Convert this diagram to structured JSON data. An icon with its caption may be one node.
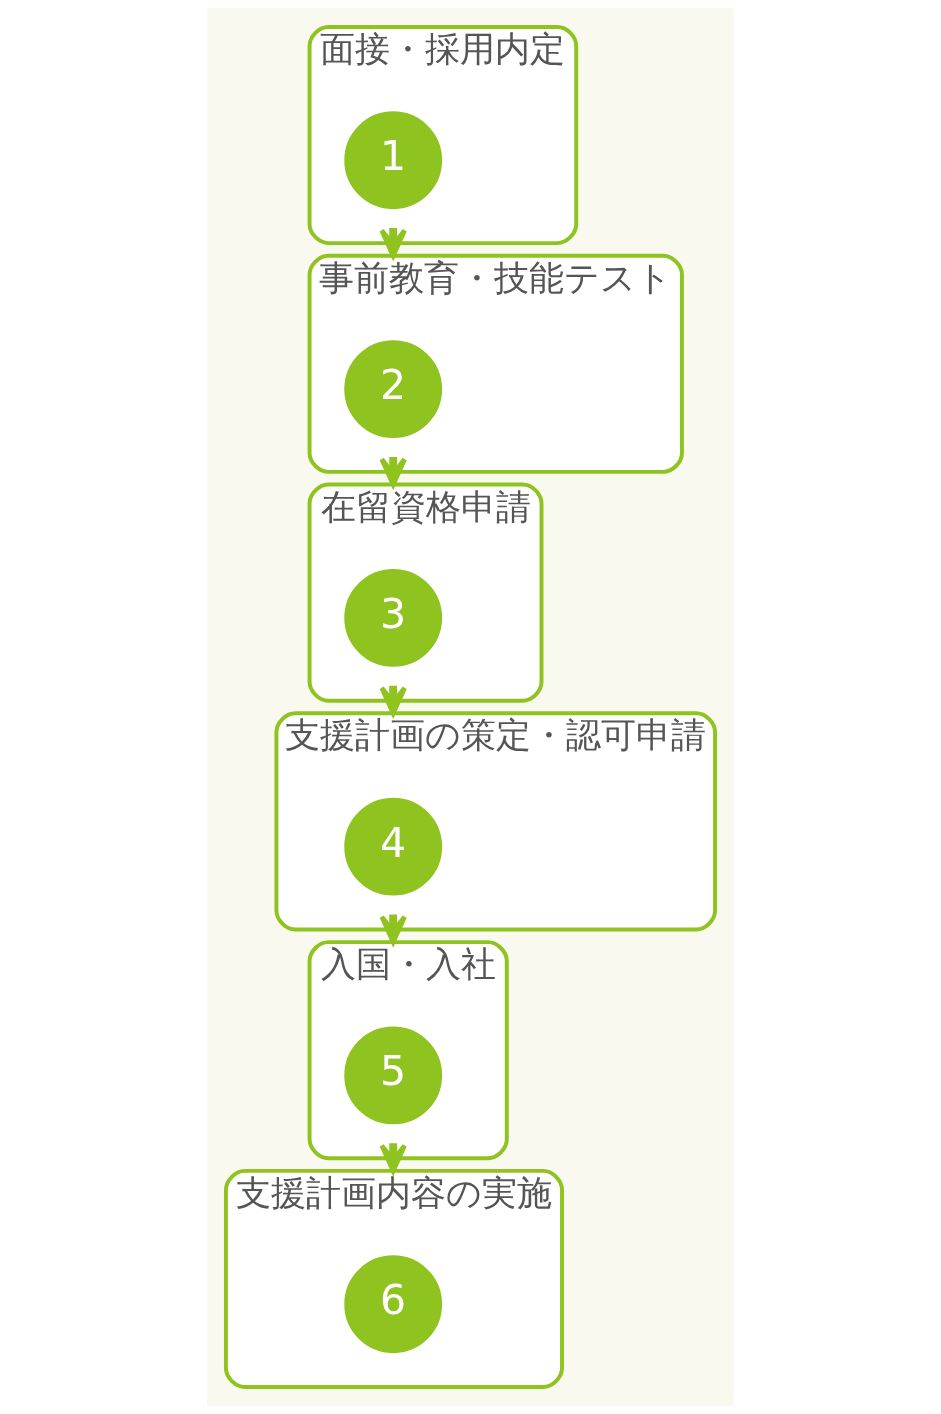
{
  "diagram": {
    "nodes": [
      {
        "text": [
          "面接・採用内定"
        ]
      },
      {
        "text": [
          "1"
        ],
        "in": 0
      },
      {
        "text": [
          "事前教育・技能テスト"
        ]
      },
      {
        "text": [
          "2"
        ],
        "in": 2
      },
      {
        "text": [
          "在留資格申請"
        ]
      },
      {
        "text": [
          "3"
        ],
        "in": 4
      },
      {
        "text": [
          "支援計画の策定・認可申請"
        ]
      },
      {
        "text": [
          "4"
        ],
        "in": 6
      },
      {
        "text": [
          "入国・入社"
        ]
      },
      {
        "text": [
          "5"
        ],
        "in": 8
      },
      {
        "text": [
          "支援計画内容の実施"
        ]
      },
      {
        "text": [
          "6"
        ],
        "in": 10
      }
    ],
    "edges": [
      {
        "from": 0,
        "to": 2,
        "arrow": "to"
      },
      {
        "from": 2,
        "to": 4,
        "arrow": "to"
      },
      {
        "from": 4,
        "to": 6,
        "arrow": "to"
      },
      {
        "from": 6,
        "to": 8,
        "arrow": "to"
      },
      {
        "from": 8,
        "to": 10,
        "arrow": "to"
      }
    ]
  }
}
